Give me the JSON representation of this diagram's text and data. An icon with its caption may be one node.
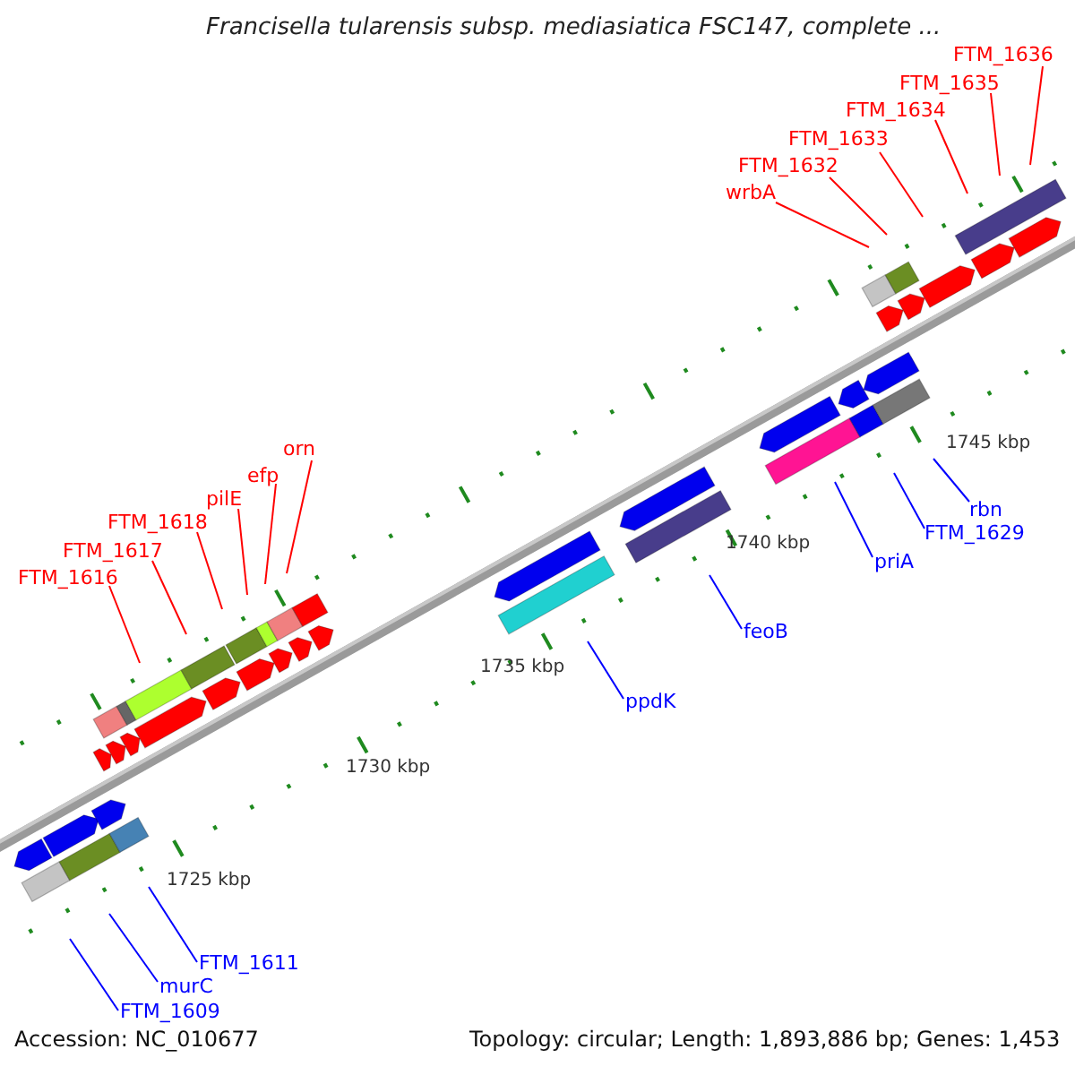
{
  "diagram": {
    "title": "Francisella tularensis subsp. mediasiatica FSC147, complete ...",
    "nodes": [
      {
        "text": [
          "FTM_1636"
        ]
      },
      {
        "text": [
          "FTM_1635"
        ]
      },
      {
        "text": [
          "FTM_1634"
        ]
      },
      {
        "text": [
          "FTM_1633"
        ]
      },
      {
        "text": [
          "FTM_1632"
        ]
      },
      {
        "text": [
          "wrbA"
        ]
      },
      {
        "text": [
          "orn"
        ]
      },
      {
        "text": [
          "efp"
        ]
      },
      {
        "text": [
          "pilE"
        ]
      },
      {
        "text": [
          "FTM_1618"
        ]
      },
      {
        "text": [
          "FTM_1617"
        ]
      },
      {
        "text": [
          "FTM_1616"
        ]
      },
      {
        "text": [
          "rbn"
        ]
      },
      {
        "text": [
          "FTM_1629"
        ]
      },
      {
        "text": [
          "priA"
        ]
      },
      {
        "text": [
          "feoB"
        ]
      },
      {
        "text": [
          "ppdK"
        ]
      },
      {
        "text": [
          "FTM_1611"
        ]
      },
      {
        "text": [
          "murC"
        ]
      },
      {
        "text": [
          "FTM_1609"
        ]
      }
    ],
    "edges": [
      {
        "from": 0,
        "to": null,
        "arrow": "none"
      },
      {
        "from": 1,
        "to": null,
        "arrow": "none"
      },
      {
        "from": 2,
        "to": null,
        "arrow": "none"
      },
      {
        "from": 3,
        "to": null,
        "arrow": "none"
      },
      {
        "from": 4,
        "to": null,
        "arrow": "none"
      },
      {
        "from": 5,
        "to": null,
        "arrow": "none"
      },
      {
        "from": 6,
        "to": null,
        "arrow": "none"
      },
      {
        "from": 7,
        "to": null,
        "arrow": "none"
      },
      {
        "from": 8,
        "to": null,
        "arrow": "none"
      },
      {
        "from": 9,
        "to": null,
        "arrow": "none"
      },
      {
        "from": 10,
        "to": null,
        "arrow": "none"
      },
      {
        "from": 11,
        "to": null,
        "arrow": "none"
      },
      {
        "from": 12,
        "to": null,
        "arrow": "none",
        "color": "#0000ff"
      },
      {
        "from": 13,
        "to": null,
        "arrow": "none",
        "color": "#0000ff"
      },
      {
        "from": 14,
        "to": null,
        "arrow": "none",
        "color": "#0000ff"
      },
      {
        "from": 15,
        "to": null,
        "arrow": "none",
        "color": "#0000ff"
      },
      {
        "from": 16,
        "to": null,
        "arrow": "none",
        "color": "#0000ff"
      },
      {
        "from": 17,
        "to": null,
        "arrow": "none",
        "color": "#0000ff"
      },
      {
        "from": 18,
        "to": null,
        "arrow": "none",
        "color": "#0000ff"
      },
      {
        "from": 19,
        "to": null,
        "arrow": "none",
        "color": "#0000ff"
      }
    ],
    "labels": [
      "1745 kbp",
      "1740 kbp",
      "1735 kbp",
      "1730 kbp",
      "1725 kbp",
      "Accession: NC_010677",
      "Topology: circular; Length: 1,893,886 bp; Genes: 1,453"
    ]
  }
}
